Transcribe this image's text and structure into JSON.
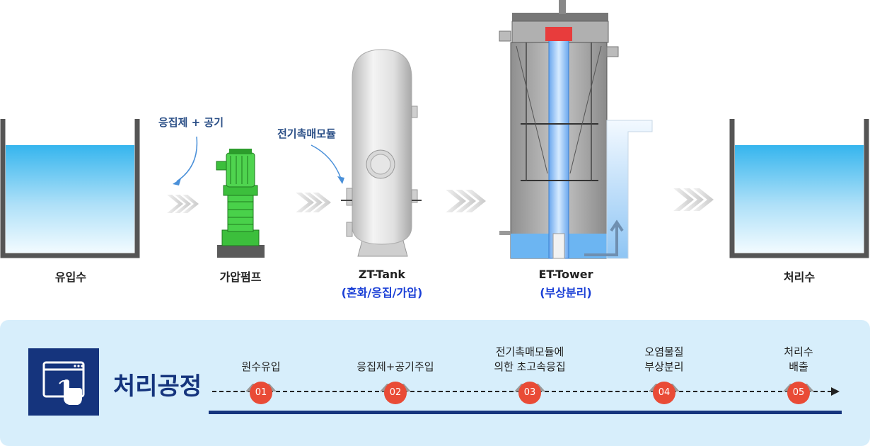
{
  "stages": [
    {
      "label": "유입수"
    },
    {
      "label": "가압펌프"
    },
    {
      "label": "ZT-Tank",
      "sub": "(혼화/응집/가압)"
    },
    {
      "label": "ET-Tower",
      "sub": "(부상분리)"
    },
    {
      "label": "처리수"
    }
  ],
  "notes": {
    "coagulant": "응집제 + 공기",
    "module": "전기촉매모듈"
  },
  "process": {
    "title": "처리공정",
    "steps": [
      {
        "num": "01",
        "line1": "원수유입",
        "line2": ""
      },
      {
        "num": "02",
        "line1": "응집제+공기주입",
        "line2": ""
      },
      {
        "num": "03",
        "line1": "전기촉매모듈에",
        "line2": "의한 초고속응집"
      },
      {
        "num": "04",
        "line1": "오염물질",
        "line2": "부상분리"
      },
      {
        "num": "05",
        "line1": "처리수",
        "line2": "배출"
      }
    ]
  },
  "colors": {
    "water_top": "#3bb8ef",
    "badge": "#e94b36",
    "navy": "#15347d",
    "panel": "#d7eefb"
  }
}
